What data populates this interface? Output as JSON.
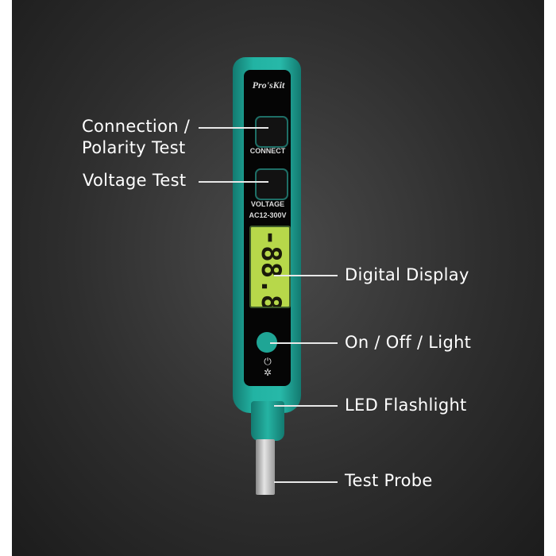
{
  "device": {
    "brand": "Pro'sKit",
    "connect_label": "CONNECT",
    "voltage_label": "VOLTAGE",
    "range_label": "AC12-300V",
    "lcd_digits": "-88.8",
    "power_icon": "power-icon",
    "light_icon": "light-icon"
  },
  "callouts": {
    "connection_1": "Connection /",
    "connection_2": "Polarity Test",
    "voltage": "Voltage Test",
    "display": "Digital Display",
    "power": "On / Off / Light",
    "led": "LED Flashlight",
    "probe": "Test Probe"
  }
}
